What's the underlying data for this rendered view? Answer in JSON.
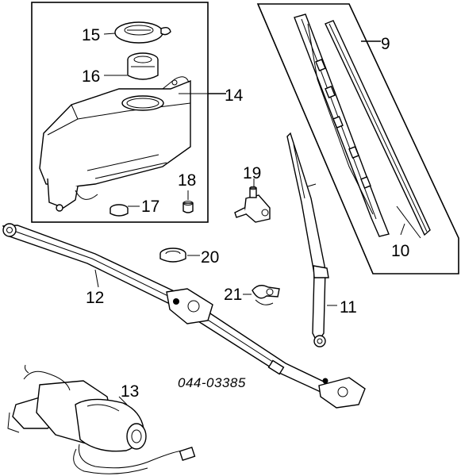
{
  "diagram": {
    "part_code": "044-03385",
    "callouts": {
      "c9": "9",
      "c10": "10",
      "c11": "11",
      "c12": "12",
      "c13": "13",
      "c14": "14",
      "c15": "15",
      "c16": "16",
      "c17": "17",
      "c18": "18",
      "c19": "19",
      "c20": "20",
      "c21": "21"
    },
    "colors": {
      "ink": "#000000",
      "paper": "#ffffff"
    }
  }
}
